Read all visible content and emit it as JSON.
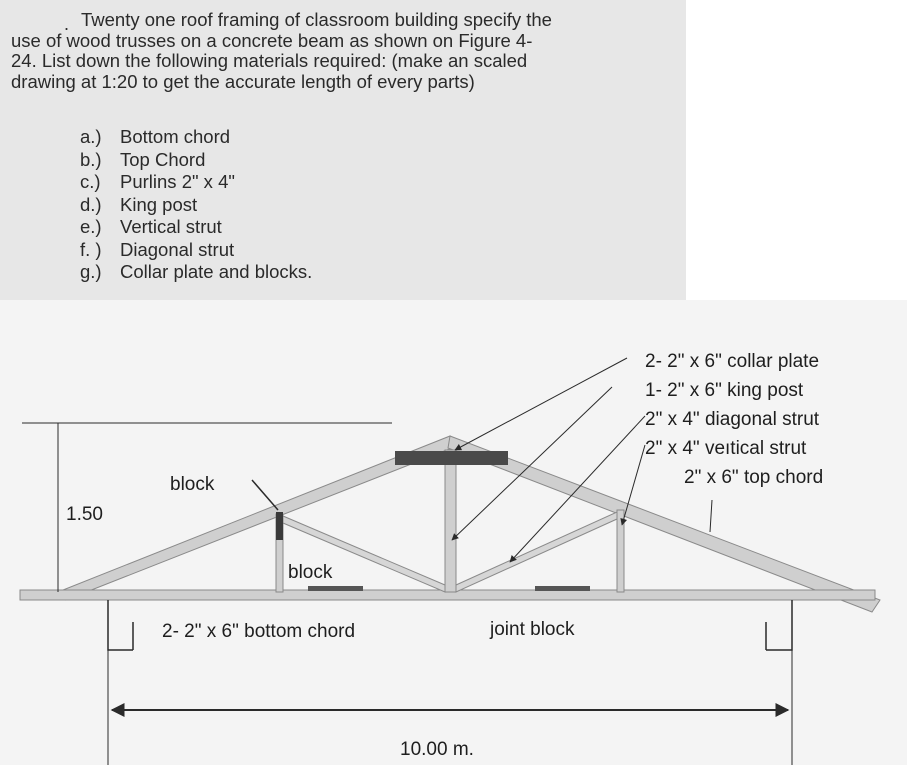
{
  "question": {
    "lines": [
      "Twenty one roof framing of classroom building specify the",
      "use of wood trusses on a concrete beam as shown on Figure 4-",
      "24. List down the following materials required: (make an scaled",
      "drawing at 1:20 to get the accurate length of every parts)"
    ],
    "items": [
      {
        "label": "a.)",
        "text": "Bottom chord"
      },
      {
        "label": "b.)",
        "text": "Top Chord"
      },
      {
        "label": "c.)",
        "text": "Purlins 2\" x 4\""
      },
      {
        "label": "d.)",
        "text": "King post"
      },
      {
        "label": "e.)",
        "text": "Vertical strut"
      },
      {
        "label": "f. )",
        "text": "Diagonal strut"
      },
      {
        "label": "g.)",
        "text": "Collar plate and blocks."
      }
    ]
  },
  "figure": {
    "callouts": [
      "2- 2\" x 6\"  collar plate",
      "1- 2\" x 6\"  king post",
      "2\" x 4\"  diagonal strut",
      "2\" x 4\"  veıtical strut",
      "2\" x 6\"  top chord"
    ],
    "block_left": "block",
    "block_center": "block",
    "height_label": "1.50",
    "bottom_chord_label": "2- 2\" x 6\" bottom chord",
    "joint_block_label": "joint block",
    "span_label": "10.00 m."
  },
  "colors": {
    "text_panel_bg": "#e7e7e7",
    "member_fill": "#cfcfcf",
    "member_stroke": "#8a8a8a",
    "collar_plate": "#4a4a4a",
    "line": "#2a2a2a"
  }
}
